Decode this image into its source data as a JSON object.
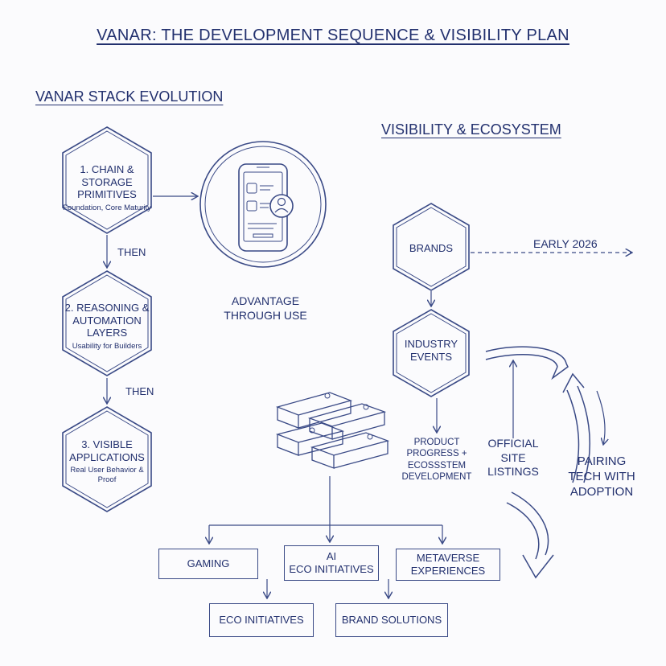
{
  "title": "VANAR: THE DEVELOPMENT SEQUENCE & VISIBILITY PLAN",
  "left_section": {
    "heading": "VANAR STACK EVOLUTION",
    "steps": [
      {
        "label": "1. CHAIN & STORAGE PRIMITIVES",
        "sub": "Foundation, Core Maturity"
      },
      {
        "label": "2. REASONING & AUTOMATION LAYERS",
        "sub": "Usability for Builders"
      },
      {
        "label": "3. VISIBLE APPLICATIONS",
        "sub": "Real User Behavior & Proof"
      }
    ],
    "connectors": [
      "THEN",
      "THEN"
    ]
  },
  "center": {
    "phone_caption": "ADVANTAGE THROUGH USE",
    "app_boxes": [
      "GAMING",
      "AI\nECO INITIATIVES",
      "METAVERSE\nEXPERIENCES"
    ],
    "sub_boxes": [
      "ECO INITIATIVES",
      "BRAND SOLUTIONS"
    ]
  },
  "right_section": {
    "heading": "VISIBILITY & ECOSYSTEM",
    "brands": "BRANDS",
    "timeline": "EARLY 2026",
    "events": "INDUSTRY\nEVENTS",
    "product": "PRODUCT\nPROGRESS +\nECOSSSTEM\nDEVELOPMENT",
    "official": "OFFICIAL\nSITE\nLISTINGS",
    "pairing": "PAIRING\nTECH WITH\nADOPTION"
  },
  "icons": [
    "phone-app-icon",
    "user-avatar-icon",
    "blocks-stack-icon",
    "curved-cycle-arrows-icon"
  ]
}
